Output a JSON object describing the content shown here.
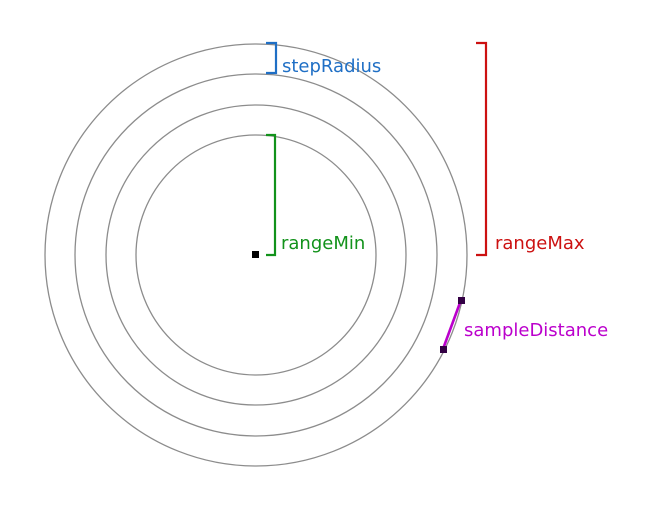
{
  "labels": {
    "step_radius": "stepRadius",
    "range_min": "rangeMin",
    "range_max": "rangeMax",
    "sample_distance": "sampleDistance"
  },
  "colors": {
    "circle": "#8c8c8c",
    "step_radius": "#1f6fc5",
    "range_min": "#12921b",
    "range_max": "#cc1111",
    "sample_distance": "#bb00cc",
    "center_point": "#000000",
    "sample_point": "#330044"
  }
}
